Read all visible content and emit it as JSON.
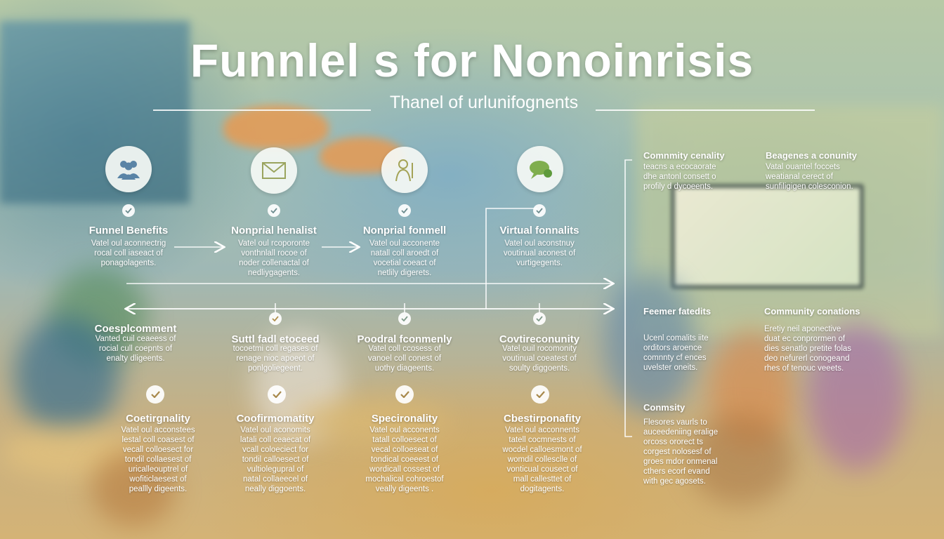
{
  "title": "Funnlel s for   Nonoinrisis",
  "subtitle": "Thanel of urlunifognents",
  "row1": [
    {
      "title": "Funnel Benefits",
      "body": "Vatel oul aconnectrig\nrocal coll iaseact of\nponagolagents.",
      "icon": "people-icon"
    },
    {
      "title": "Nonprial henalist",
      "body": "Vatel oul rcoporonte\nvonthnlall rocoe of\nnoder collenactal of\nnedliygagents.",
      "icon": "envelope-icon"
    },
    {
      "title": "Nonprial fonmell",
      "body": "Vatel oul acconente\nnatall coll aroedt of\nvocetial coeact of\nnetlily digerets.",
      "icon": "person-icon"
    },
    {
      "title": "Virtual fonnalits",
      "body": "Vatel oul aconstnuy\nvoutinual aconest of\nvurtigegents.",
      "icon": "chat-icon"
    }
  ],
  "row2": [
    {
      "title": "Coesplcomment",
      "body": "Vanted cuil ceaeess of\nrocial cull coepnts of\nenalty dligeents."
    },
    {
      "title": "Suttl fadl etoceed",
      "body": "tocoetmi coll regases of\nrenage nioc apoeot of\nponlgoliegeent."
    },
    {
      "title": "Poodral fconmenly",
      "body": "Vatel coll ccosess of\nvanoel coll conest of\nuothy diageents."
    },
    {
      "title": "Covtireconunity",
      "body": "Vatel ouil rocomonity\nvoutinual coeatest of\nsoulty diggoents."
    }
  ],
  "row3": [
    {
      "title": "Coetirgnality",
      "body": "Vatel oul acconstees\nlestal coll coasest of\nvecall colloesect for\ntondil collaesest of\nuricalleouptrel of\nwofiticlaesest of\npeallly digeents."
    },
    {
      "title": "Coofirmomatity",
      "body": "Vatel oul aconomits\nlatali coll ceaecat of\nvcall coloeciect for\ntondil calloesect of\nvultiolegupral of\nnatal collaeecel of\nneally diggoents."
    },
    {
      "title": "Specironality",
      "body": "Vatel oul acconents\ntatall colloesect of\nvecal colloeseat of\ntondical coeeest of\nwordicall cossest of\nmochalical cohroestof\nveally digeents ."
    },
    {
      "title": "Cbestirponafity",
      "body": "Vatel oul acconnents\ntatell cocmnests of\nwocdel calloesmont of\nwomdil collesclle of\nvonticual cousect of\nmall callesttet of\ndogitagents."
    }
  ],
  "right_top": [
    {
      "title": "Comnmity cenality",
      "body": "teacns a ecocaorate\ndhe antonl consett o\nprofily d dycoeents."
    },
    {
      "title": "Beagenes a conunity",
      "body": "Vatal ouantel foccets\nweatianal cerect of\nsunfiligigen colesconion."
    }
  ],
  "right_mid": [
    {
      "title": "Feemer fatedits",
      "body": "Ucenl comalits iite\norditors aroence\ncomnnty cf ences\nuvelster oneits."
    },
    {
      "title": "Community conations",
      "body": "Eretiy neil aponective\nduat ec conprormen of\ndies senatlo pretite folas\ndeo nefurerl conogeand\nrhes of tenouc veeets."
    }
  ],
  "right_bottom": {
    "title": "Conmsity",
    "body": "Flesores vaurls to\nauceedeniing eralige\norcoss ororect ts\ncorgest nolosesf of\ngroes mdor onmenal\ncthers ecorf evand\nwith gec agosets."
  }
}
